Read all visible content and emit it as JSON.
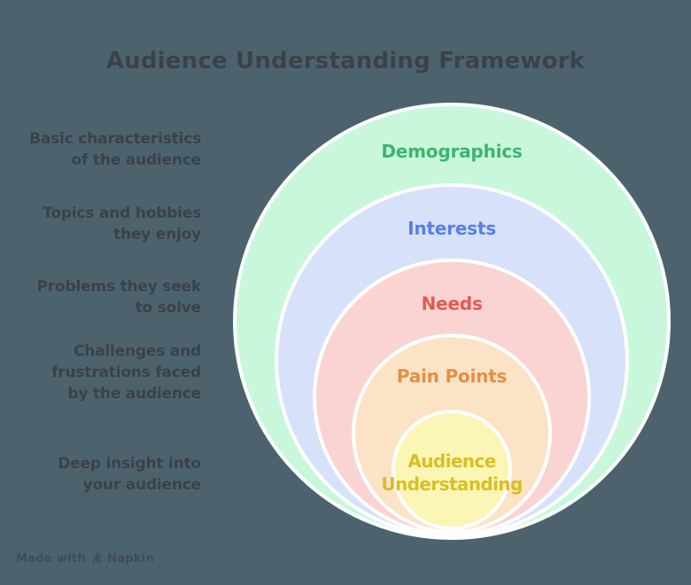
{
  "page": {
    "title": "Audience Understanding Framework",
    "background_color": "#4c636e",
    "title_color": "#3b4247",
    "ring_stroke_color": "#ffffff"
  },
  "diagram": {
    "type": "nested-circles",
    "rings": [
      {
        "label": "Demographics",
        "description": "Basic characteristics\nof the audience",
        "fill": "#c9f7dc",
        "label_color": "#3cb56e"
      },
      {
        "label": "Interests",
        "description": "Topics and hobbies\nthey enjoy",
        "fill": "#d7e1fa",
        "label_color": "#5480e6"
      },
      {
        "label": "Needs",
        "description": "Problems they seek\nto solve",
        "fill": "#fad4d3",
        "label_color": "#e25b51"
      },
      {
        "label": "Pain Points",
        "description": "Challenges and\nfrustrations faced\nby the audience",
        "fill": "#fce3c6",
        "label_color": "#e58e45"
      },
      {
        "label": "Audience Understanding",
        "description": "Deep insight into\nyour audience",
        "fill": "#fcf6b6",
        "label_color": "#d9be25"
      }
    ]
  },
  "watermark": {
    "prefix": "Made with",
    "brand": "Napkin",
    "color": "#404c54"
  }
}
